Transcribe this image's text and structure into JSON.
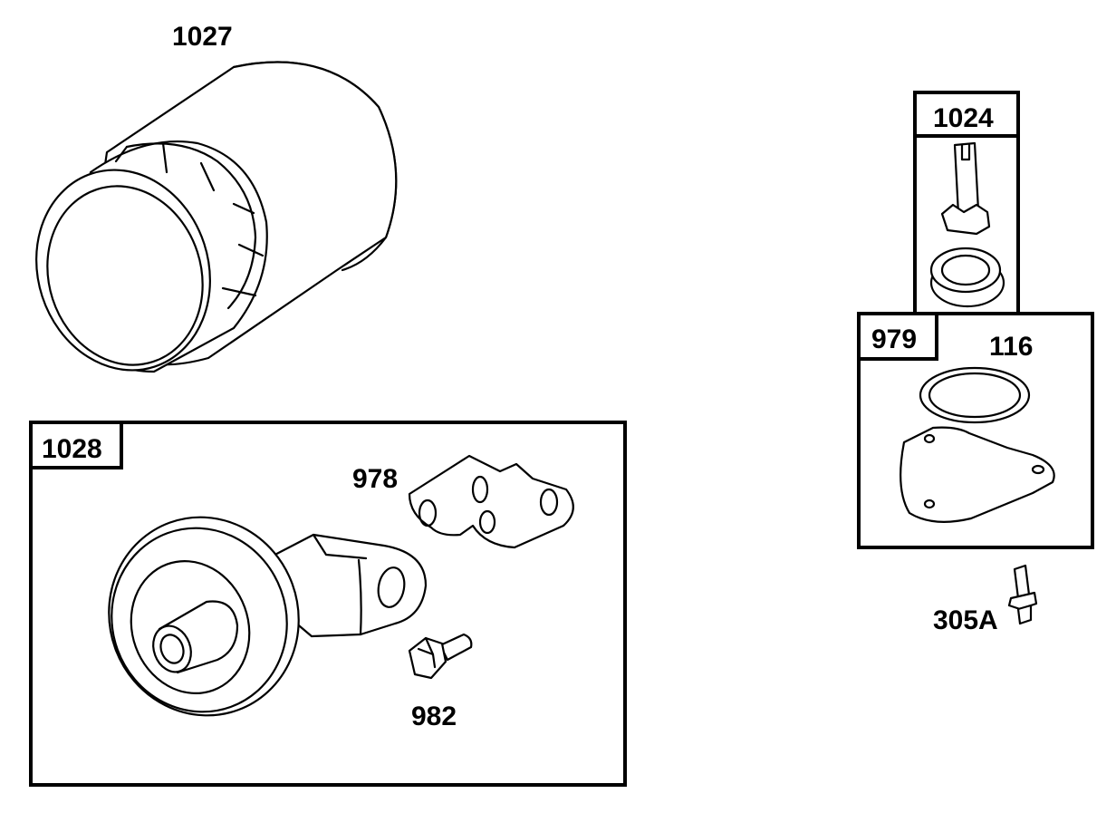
{
  "parts": {
    "oil_filter": "1027",
    "filter_adapter_kit": "1028",
    "bracket": "978",
    "adapter_screw": "982",
    "oil_pump_kit": "1024",
    "pump_cover_kit": "979",
    "o_ring": "116",
    "cover_screw": "305A"
  }
}
